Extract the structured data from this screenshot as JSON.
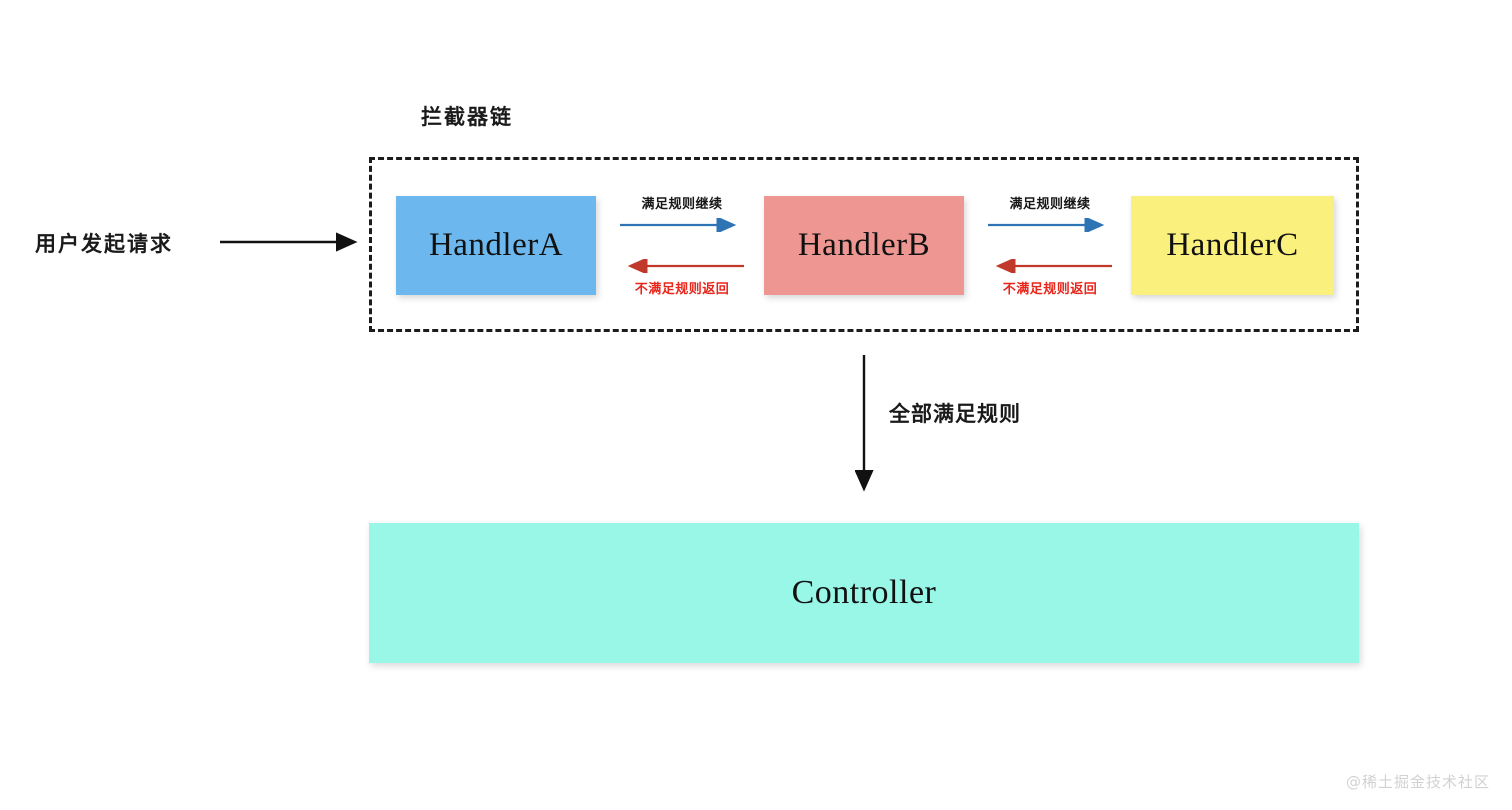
{
  "diagram": {
    "chain_title": "拦截器链",
    "user_request_label": "用户发起请求",
    "all_pass_label": "全部满足规则",
    "continue_label": "满足规则继续",
    "return_label": "不满足规则返回",
    "handlers": [
      {
        "label": "HandlerA",
        "color": "#6CB8EE"
      },
      {
        "label": "HandlerB",
        "color": "#EE9792"
      },
      {
        "label": "HandlerC",
        "color": "#FAF07E"
      }
    ],
    "controller": {
      "label": "Controller",
      "color": "#98F7E6"
    },
    "arrow_colors": {
      "continue": "#2E74B5",
      "return": "#C0392B",
      "flow": "#111111"
    },
    "watermark": "@稀土掘金技术社区"
  }
}
